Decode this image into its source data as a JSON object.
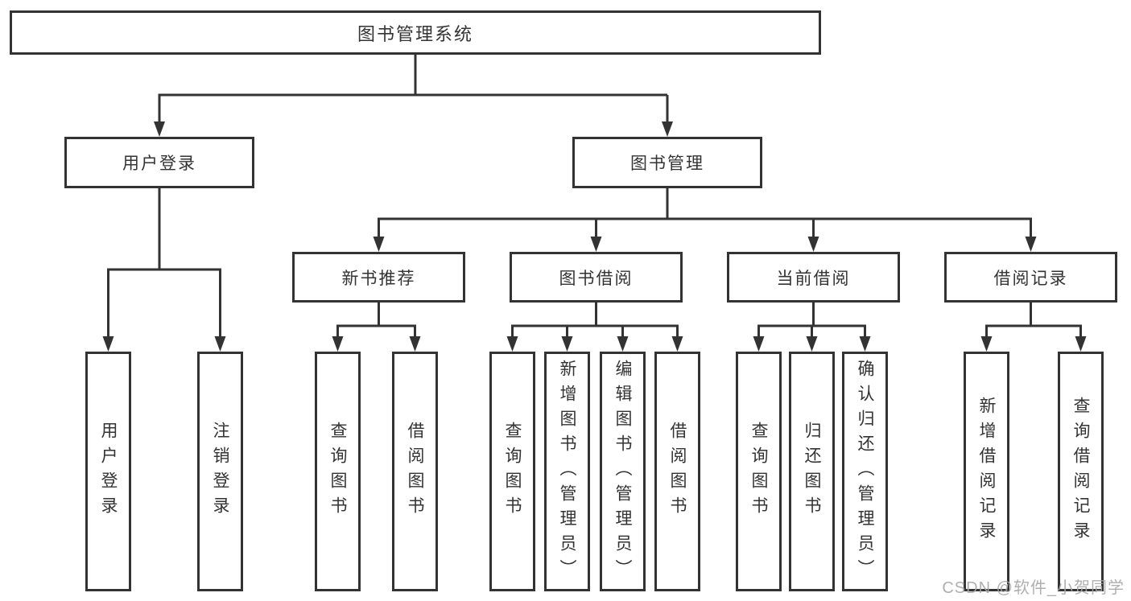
{
  "diagram": {
    "root": {
      "label": "图书管理系统"
    },
    "level2": [
      {
        "label": "用户登录"
      },
      {
        "label": "图书管理"
      }
    ],
    "level3": [
      {
        "label": "新书推荐"
      },
      {
        "label": "图书借阅"
      },
      {
        "label": "当前借阅"
      },
      {
        "label": "借阅记录"
      }
    ],
    "leaves": {
      "user_login": [
        "用户登录",
        "注销登录"
      ],
      "new_book_recommend": [
        "查询图书",
        "借阅图书"
      ],
      "book_borrow": [
        "查询图书",
        "新增图书（管理员）",
        "编辑图书（管理员）",
        "借阅图书"
      ],
      "current_borrow": [
        "查询图书",
        "归还图书",
        "确认归还（管理员）"
      ],
      "borrow_record": [
        "新增借阅记录",
        "查询借阅记录"
      ]
    }
  },
  "watermark": {
    "text": "CSDN @软件_小贺同学"
  },
  "colors": {
    "line": "#333333",
    "text": "#333333",
    "background": "#ffffff",
    "watermark": "#a6a6a6"
  }
}
